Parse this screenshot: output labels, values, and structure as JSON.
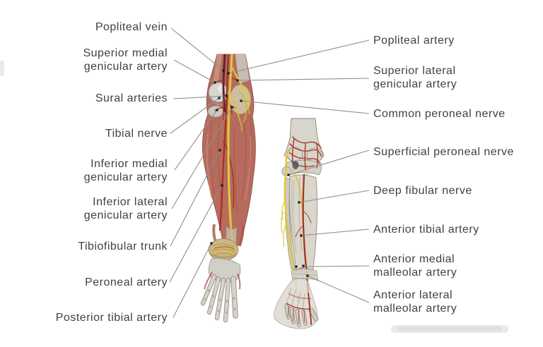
{
  "labels": {
    "left": [
      {
        "text": "Popliteal vein"
      },
      {
        "text": "Superior medial\ngenicular artery"
      },
      {
        "text": "Sural arteries"
      },
      {
        "text": "Tibial nerve"
      },
      {
        "text": "Inferior medial\ngenicular artery"
      },
      {
        "text": "Inferior lateral\ngenicular artery"
      },
      {
        "text": "Tibiofibular trunk"
      },
      {
        "text": "Peroneal artery"
      },
      {
        "text": "Posterior tibial artery"
      }
    ],
    "right": [
      {
        "text": "Popliteal artery"
      },
      {
        "text": "Superior lateral\ngenicular artery"
      },
      {
        "text": "Common peroneal nerve"
      },
      {
        "text": "Superficial peroneal nerve"
      },
      {
        "text": "Deep fibular nerve"
      },
      {
        "text": "Anterior tibial artery"
      },
      {
        "text": "Anterior medial\nmalleolar artery"
      },
      {
        "text": "Anterior lateral\nmalleolar artery"
      }
    ]
  },
  "colors": {
    "background": "#ffffff",
    "label-text": "#414141",
    "leader-line": "#8f8f8f",
    "dot": "#1c1c1c",
    "artery-red": "#a62f26",
    "vein-dark": "#572733",
    "nerve-yellow": "#e2c83d",
    "muscle-red": "#b66b5d",
    "muscle-shadow": "#96493d",
    "muscle-highlight": "#d09181",
    "bone-light": "#d8d5cc",
    "bone-outline": "#8b877c",
    "tendon-tan": "#c9b787",
    "watermark-gray": "#d9d9d9"
  }
}
